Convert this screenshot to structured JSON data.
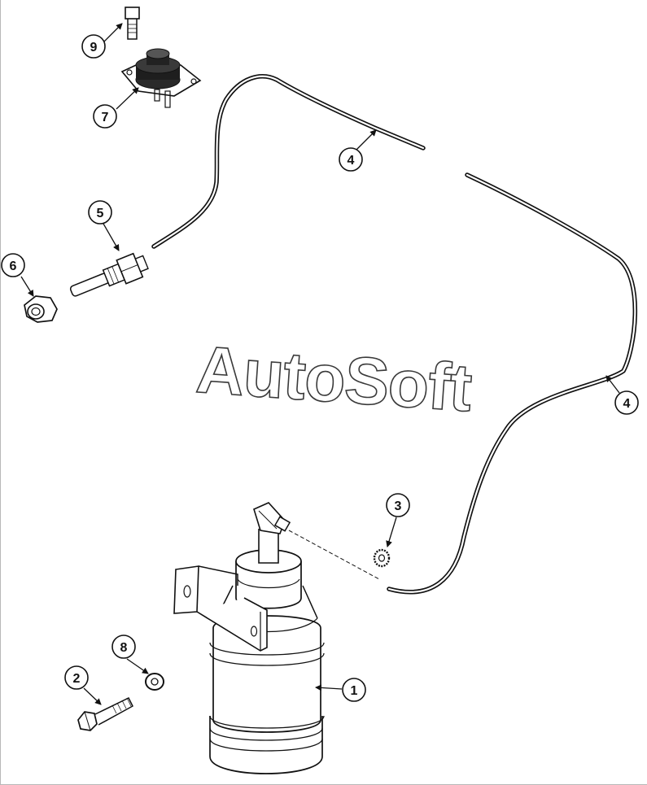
{
  "watermark": "AutoSoft",
  "callouts": {
    "c1": "1",
    "c2": "2",
    "c3": "3",
    "c4a": "4",
    "c4b": "4",
    "c5": "5",
    "c6": "6",
    "c7": "7",
    "c8": "8",
    "c9": "9"
  }
}
